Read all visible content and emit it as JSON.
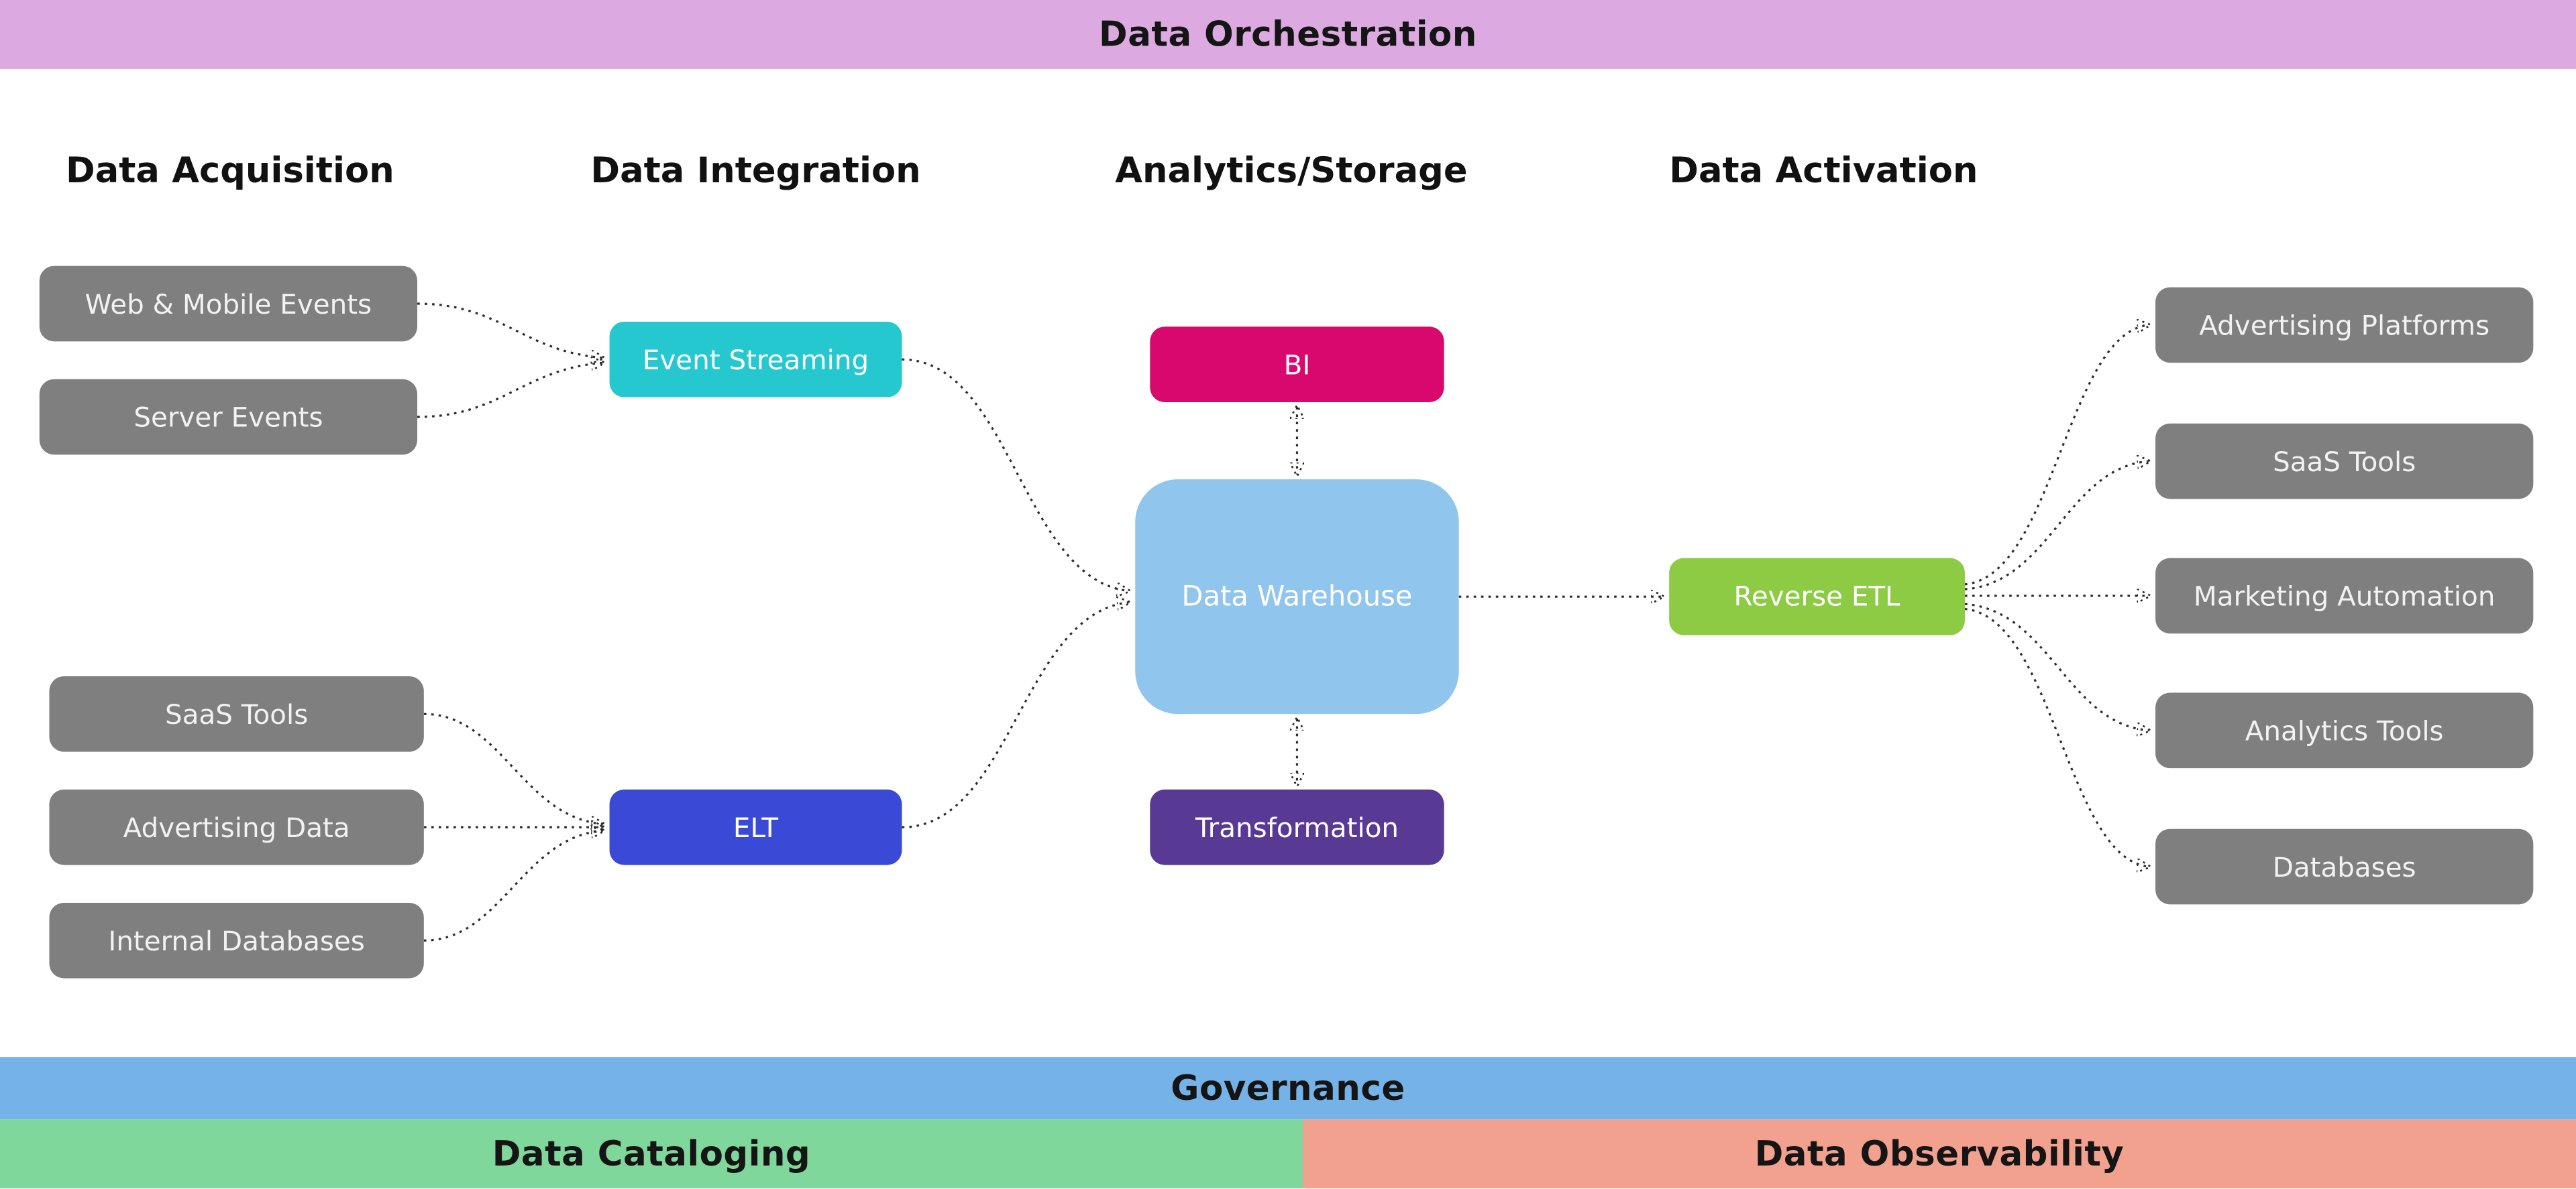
{
  "banners": {
    "orchestration": "Data Orchestration",
    "governance": "Governance",
    "cataloging": "Data Cataloging",
    "observability": "Data Observability"
  },
  "columns": {
    "acquisition": "Data Acquisition",
    "integration": "Data Integration",
    "analytics": "Analytics/Storage",
    "activation": "Data Activation"
  },
  "nodes": {
    "web_mobile_events": "Web & Mobile Events",
    "server_events": "Server Events",
    "saas_tools_source": "SaaS Tools",
    "advertising_data": "Advertising Data",
    "internal_databases": "Internal Databases",
    "event_streaming": "Event Streaming",
    "elt": "ELT",
    "bi": "BI",
    "data_warehouse": "Data Warehouse",
    "transformation": "Transformation",
    "reverse_etl": "Reverse ETL",
    "advertising_platforms": "Advertising Platforms",
    "saas_tools_destination": "SaaS Tools",
    "marketing_automation": "Marketing Automation",
    "analytics_tools": "Analytics Tools",
    "databases": "Databases"
  },
  "edges": [
    {
      "from": "web_mobile_events",
      "to": "event_streaming",
      "bidirectional": false
    },
    {
      "from": "server_events",
      "to": "event_streaming",
      "bidirectional": false
    },
    {
      "from": "saas_tools_source",
      "to": "elt",
      "bidirectional": false
    },
    {
      "from": "advertising_data",
      "to": "elt",
      "bidirectional": false
    },
    {
      "from": "internal_databases",
      "to": "elt",
      "bidirectional": false
    },
    {
      "from": "event_streaming",
      "to": "data_warehouse",
      "bidirectional": false
    },
    {
      "from": "elt",
      "to": "data_warehouse",
      "bidirectional": false
    },
    {
      "from": "bi",
      "to": "data_warehouse",
      "bidirectional": true
    },
    {
      "from": "data_warehouse",
      "to": "transformation",
      "bidirectional": true
    },
    {
      "from": "data_warehouse",
      "to": "reverse_etl",
      "bidirectional": false
    },
    {
      "from": "reverse_etl",
      "to": "advertising_platforms",
      "bidirectional": false
    },
    {
      "from": "reverse_etl",
      "to": "saas_tools_destination",
      "bidirectional": false
    },
    {
      "from": "reverse_etl",
      "to": "marketing_automation",
      "bidirectional": false
    },
    {
      "from": "reverse_etl",
      "to": "analytics_tools",
      "bidirectional": false
    },
    {
      "from": "reverse_etl",
      "to": "databases",
      "bidirectional": false
    }
  ],
  "colors": {
    "orchestration_banner": "#dcaae1",
    "governance_banner": "#74b2e8",
    "cataloging_banner": "#80d79b",
    "observability_banner": "#f2a18f",
    "source_node": "#7f7f7f",
    "event_streaming": "#25c8ce",
    "elt": "#3a4ad6",
    "bi": "#d9086e",
    "data_warehouse": "#90c5ee",
    "transformation": "#583993",
    "reverse_etl": "#8ccb43",
    "edge_stroke": "#2b2b2b"
  }
}
